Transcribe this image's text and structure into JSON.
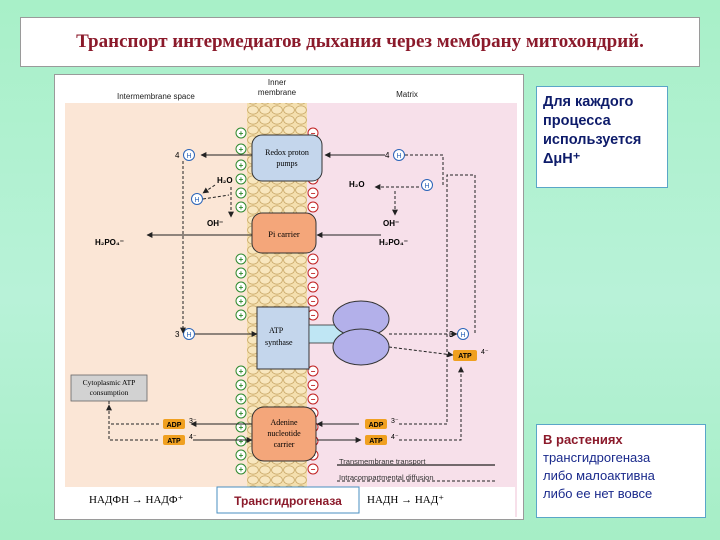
{
  "title": "Транспорт интермедиатов дыхания  через  мембрану митохондрий.",
  "diagram": {
    "headers": {
      "left": "Intermembrane space",
      "middle_line1": "Inner",
      "middle_line2": "membrane",
      "right": "Matrix"
    },
    "redox_line1": "Redox proton",
    "redox_line2": "pumps",
    "pi_carrier": "Pi carrier",
    "atp_synthase_line1": "ATP",
    "atp_synthase_line2": "synthase",
    "adenine_line1": "Adenine",
    "adenine_line2": "nucleotide",
    "adenine_line3": "carrier",
    "cyto_line1": "Cytoplasmic ATP",
    "cyto_line2": "consumption",
    "four_left": "4",
    "four_right": "4",
    "three_left": "3",
    "three_right": "3",
    "h": "H",
    "h2o": "H₂O",
    "oh": "OH⁻",
    "h2po4": "H₂PO₄⁻",
    "adp": "ADP",
    "atp": "ATP",
    "adp_charge": "3⁻",
    "atp_charge": "4⁻",
    "legend_transport": "Transmembrane transport",
    "legend_diffusion": "Intracompartmental diffusion",
    "nadph_eq": "НАДФН → НАДФ⁺",
    "nadh_eq": "НАДН → НАД⁺",
    "transhydrogenase": "Трансгидрогеназа"
  },
  "note_top": {
    "line1": "Для каждого",
    "line2": "процесса",
    "line3": "используется",
    "line4": "ΔμH⁺"
  },
  "note_bottom": {
    "heading": "В растениях",
    "line1": "трансгидрогеназа",
    "line2": "либо малоактивна",
    "line3": "либо ее нет вовсе"
  },
  "colors": {
    "title": "#8b1a2b",
    "note_text": "#0d1b6a",
    "intermembrane": "#fce8d8",
    "matrix": "#f8e2ec",
    "membrane": "#f2d9a0",
    "protein_box": "#c6d8ee",
    "pi_carrier": "#f4a87c",
    "atp_label": "#f0a020",
    "h_circle": "#2a64b8",
    "plus_circle": "#2f8a2f",
    "minus_circle": "#c02020"
  }
}
